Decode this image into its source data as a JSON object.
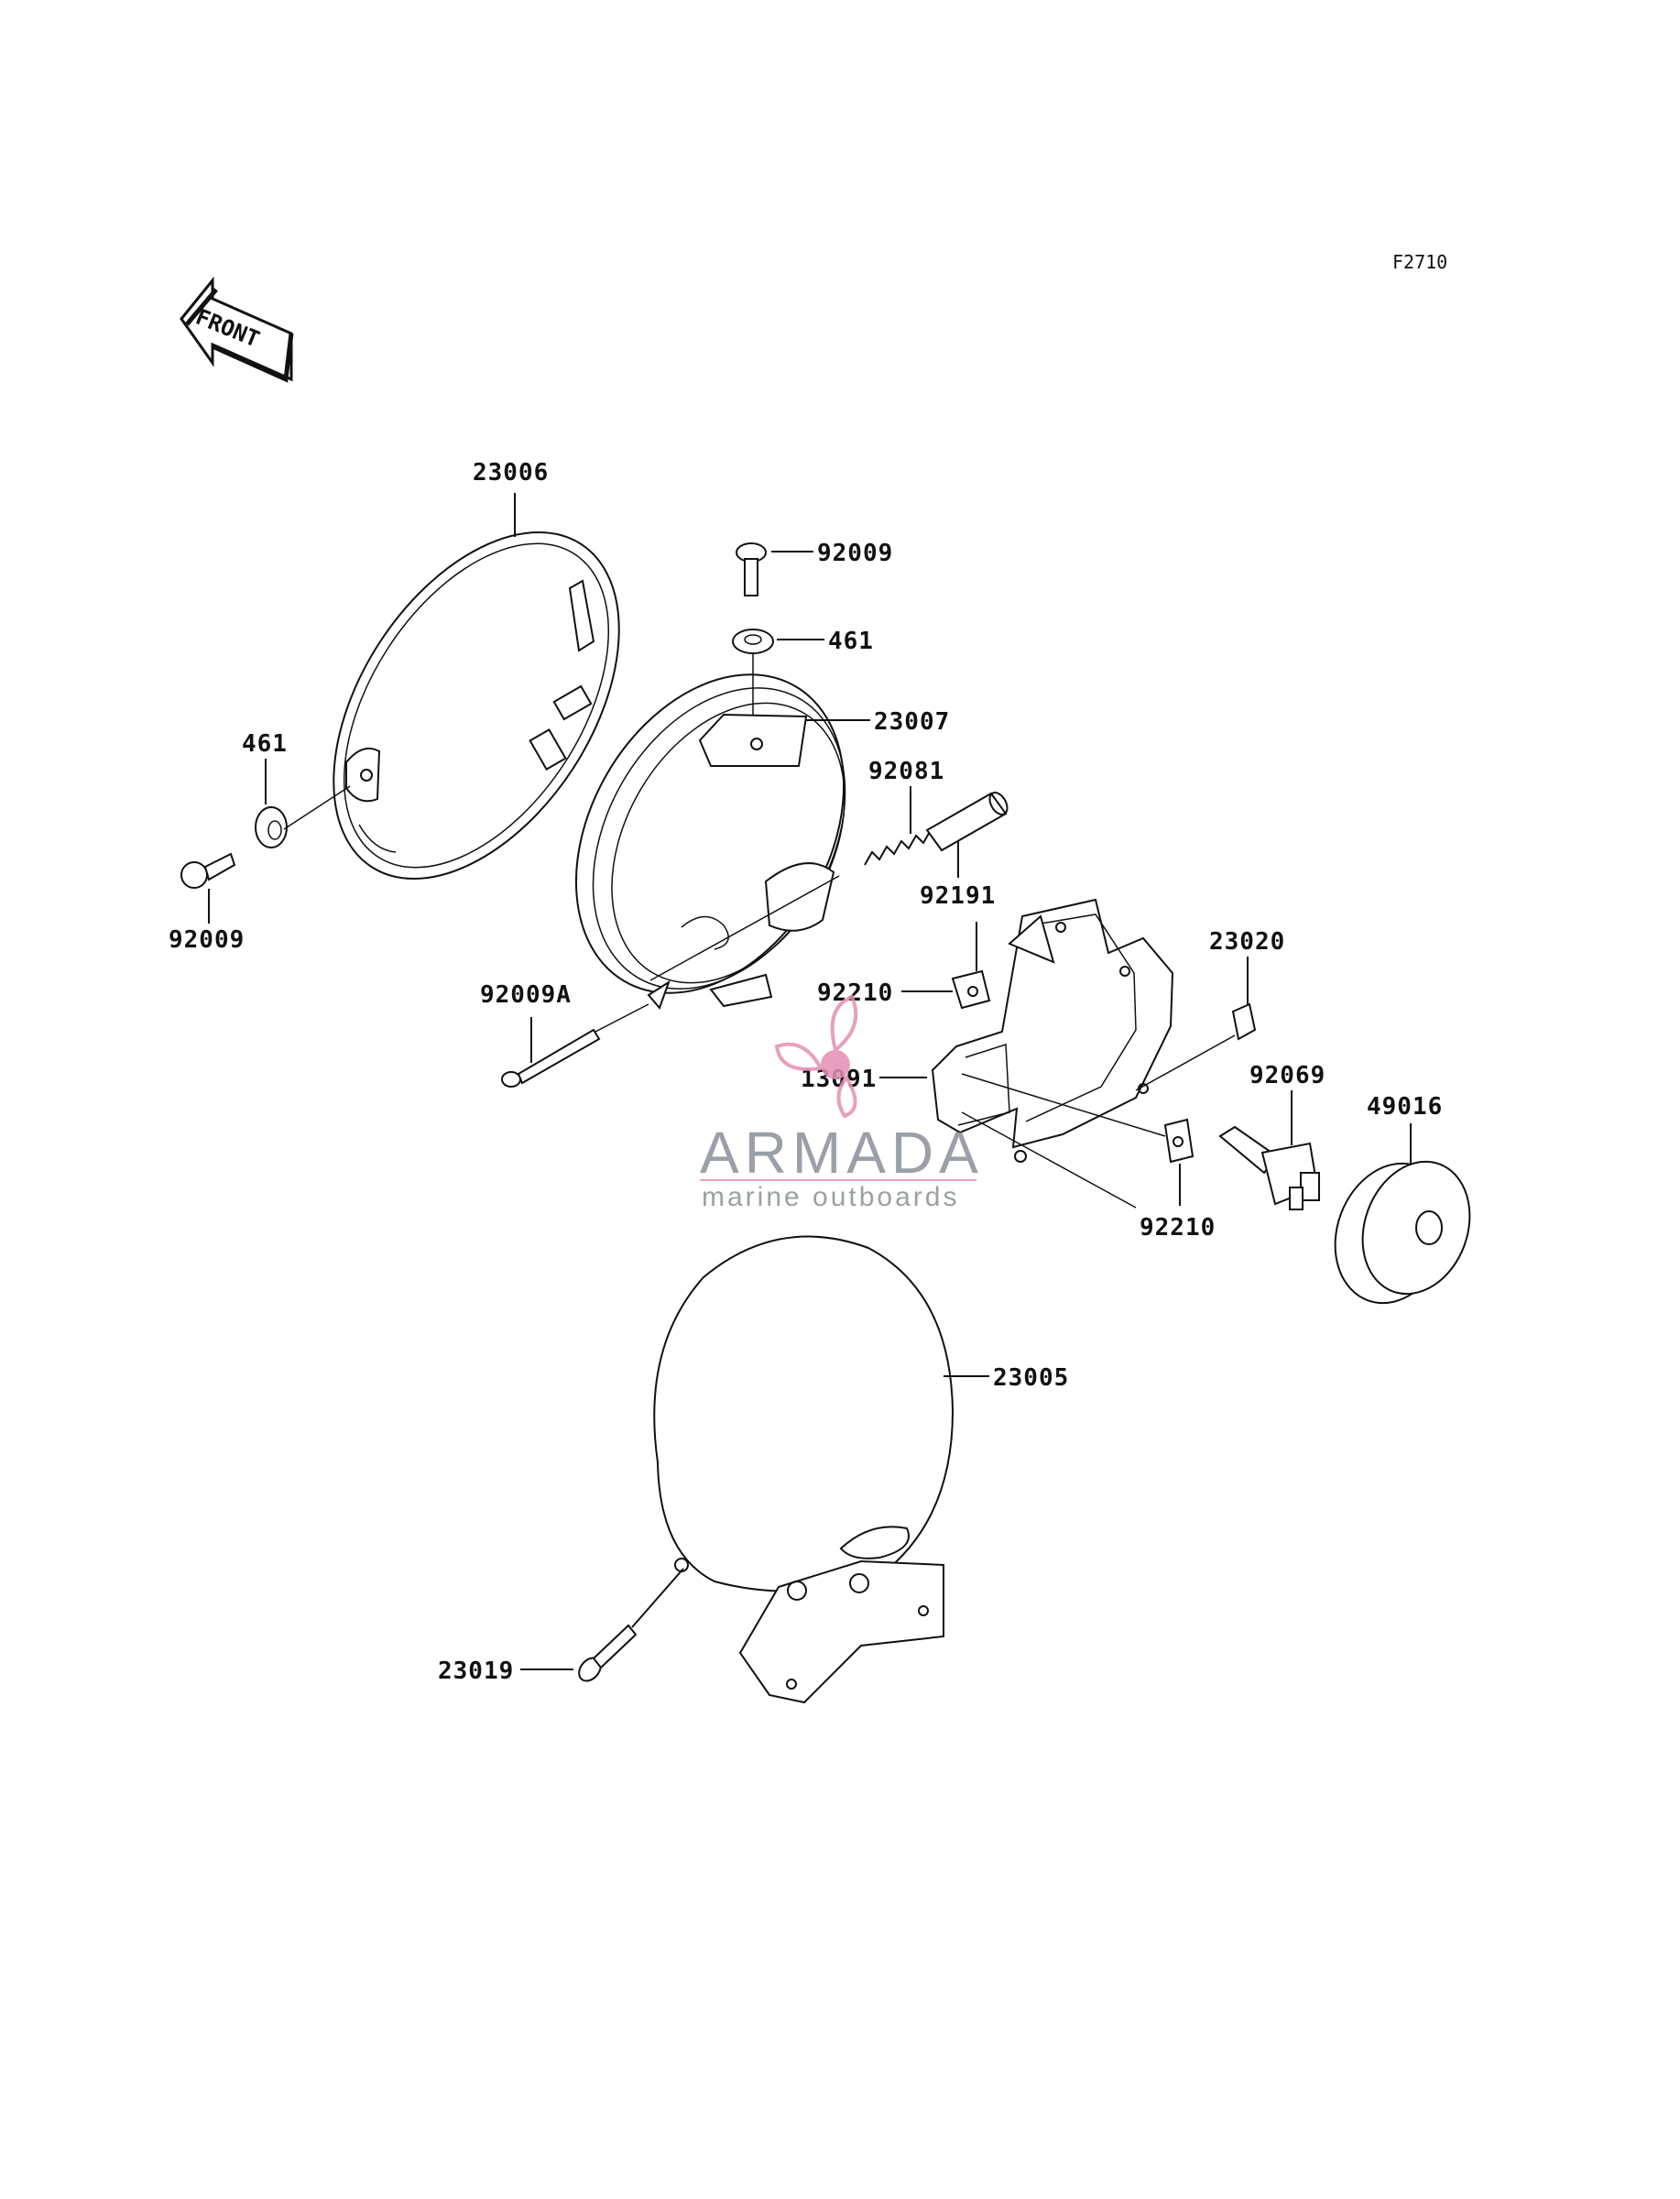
{
  "figure_code": "F2710",
  "front_arrow_text": "FRONT",
  "watermark": {
    "brand": "ARMADA",
    "tagline": "marine outboards",
    "accent_color": "#e58fb4",
    "text_color": "#8a8f98"
  },
  "part_labels": {
    "rim": "23006",
    "rim_screw": "92009",
    "rim_washer": "461",
    "top_screw": "92009",
    "top_washer": "461",
    "unit": "23007",
    "spring": "92081",
    "tube": "92191",
    "adjust_screw": "92009A",
    "nut_upper": "92210",
    "bracket": "13091",
    "clip": "23020",
    "bulb": "92069",
    "cap": "49016",
    "nut_lower": "92210",
    "housing": "23005",
    "housing_bolt": "23019"
  }
}
